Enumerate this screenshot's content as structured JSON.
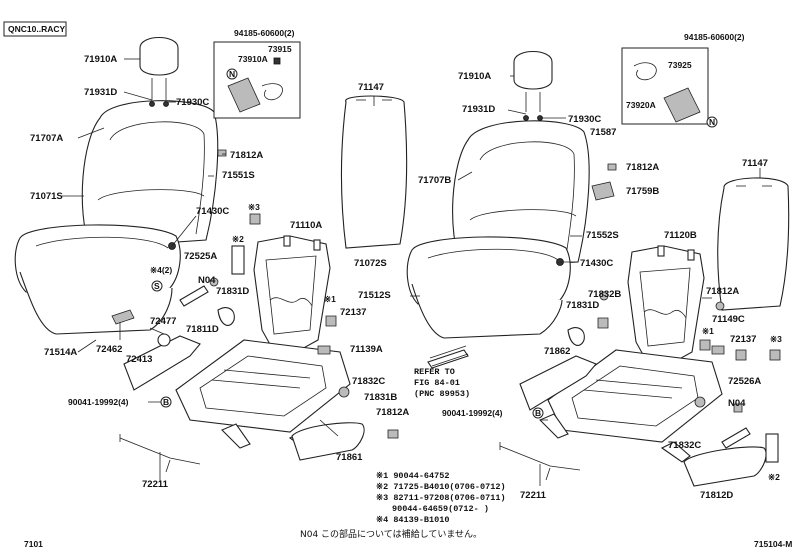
{
  "header": {
    "model_box": "QNC10..RACY"
  },
  "footer": {
    "left_code": "7101",
    "right_code": "715104-M",
    "note": "N04 この部品については補給していません。"
  },
  "refer": {
    "line1": "REFER TO",
    "line2": "FIG 84-01",
    "line3": "(PNC 89953)"
  },
  "legend": {
    "row1": "※1 90044-64752",
    "row2": "※2 71725-B4010(0706-0712)",
    "row3": "※3 82711-97208(0706-0711)",
    "row4": "90044-64659(0712-    )",
    "row5": "※4 84139-B1010"
  },
  "labels": {
    "p71910A_l": "71910A",
    "p71931D_l": "71931D",
    "p71930C_l": "71930C",
    "p71707A": "71707A",
    "p71812A_l": "71812A",
    "p71551S": "71551S",
    "p71071S": "71071S",
    "p71430C_l": "71430C",
    "p94185_l": "94185-60600(2)",
    "p73915": "73915",
    "p73910A": "73910A",
    "n_l": "N",
    "p71110A": "71110A",
    "x3_l": "※3",
    "x2_l": "※2",
    "p72525A": "72525A",
    "x4": "※4(2)",
    "n04_l": "N04",
    "p71831D_l": "71831D",
    "x1_l": "※1",
    "p72137_l": "72137",
    "p72477": "72477",
    "p71811D": "71811D",
    "p71139A": "71139A",
    "p72462": "72462",
    "p72413": "72413",
    "p71514A": "71514A",
    "p71832C_l": "71832C",
    "p90041_l": "90041-19992(4)",
    "p71831B": "71831B",
    "p71812A_m": "71812A",
    "p72211_l": "72211",
    "p71861": "71861",
    "p71147_m": "71147",
    "p71910A_r": "71910A",
    "p71931D_r": "71931D",
    "p71930C_r": "71930C",
    "p71587": "71587",
    "p71812A_r": "71812A",
    "p71707B": "71707B",
    "p71759B": "71759B",
    "p71552S": "71552S",
    "p71072S": "71072S",
    "p71430C_r": "71430C",
    "p71512S": "71512S",
    "p94185_r": "94185-60600(2)",
    "p73925": "73925",
    "p73920A": "73920A",
    "n_r": "N",
    "p71147_r": "71147",
    "p71120B": "71120B",
    "p71832B": "71832B",
    "p71831D_r": "71831D",
    "p71812A_rr": "71812A",
    "p71149C": "71149C",
    "x1_r": "※1",
    "p72137_r": "72137",
    "x3_r": "※3",
    "p71862": "71862",
    "p72526A": "72526A",
    "n04_r": "N04",
    "p90041_r": "90041-19992(4)",
    "p72211_r": "72211",
    "p71832C_r": "71832C",
    "p71812D": "71812D",
    "x2_r": "※2",
    "s_mark": "S",
    "b_mark_l": "B",
    "b_mark_r": "B"
  }
}
